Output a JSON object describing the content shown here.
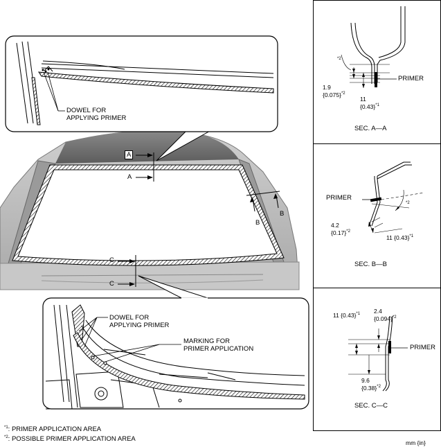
{
  "main_view": {
    "top_callout": {
      "dowel_label_1": "DOWEL FOR",
      "dowel_label_2": "APPLYING PRIMER"
    },
    "bottom_callout": {
      "dowel_label_1": "DOWEL FOR",
      "dowel_label_2": "APPLYING PRIMER",
      "marking_label_1": "MARKING FOR",
      "marking_label_2": "PRIMER APPLICATION"
    },
    "section_markers": {
      "a_top": "A",
      "a_bottom": "A",
      "b_left": "B",
      "b_right": "B",
      "c_top": "C",
      "c_bottom": "C"
    }
  },
  "sections": {
    "a": {
      "title": "SEC. A—A",
      "dim1_value": "1.9",
      "dim1_inch": "{0.075}",
      "dim1_note": "*2",
      "dim2_value": "11",
      "dim2_inch": "{0.43}",
      "dim2_note": "*1",
      "angle_note": "*2",
      "primer": "PRIMER"
    },
    "b": {
      "title": "SEC. B—B",
      "primer": "PRIMER",
      "angle_note": "*2",
      "dim1_value": "4.2",
      "dim1_inch": "{0.17}",
      "dim1_note": "*2",
      "dim2_value": "11 {0.43}",
      "dim2_note": "*1"
    },
    "c": {
      "title": "SEC. C—C",
      "dim1_value": "11 {0.43}",
      "dim1_note": "*1",
      "dim2_value": "2.4",
      "dim2_inch": "{0.094}",
      "dim2_note": "*2",
      "dim3_value": "9.6",
      "dim3_inch": "{0.38}",
      "dim3_note": "*2",
      "primer": "PRIMER"
    }
  },
  "legend": {
    "note1_mark": "*1",
    "note1_text": ": PRIMER APPLICATION AREA",
    "note2_mark": "*2",
    "note2_text": ": POSSIBLE PRIMER APPLICATION AREA"
  },
  "units": "mm {in}"
}
